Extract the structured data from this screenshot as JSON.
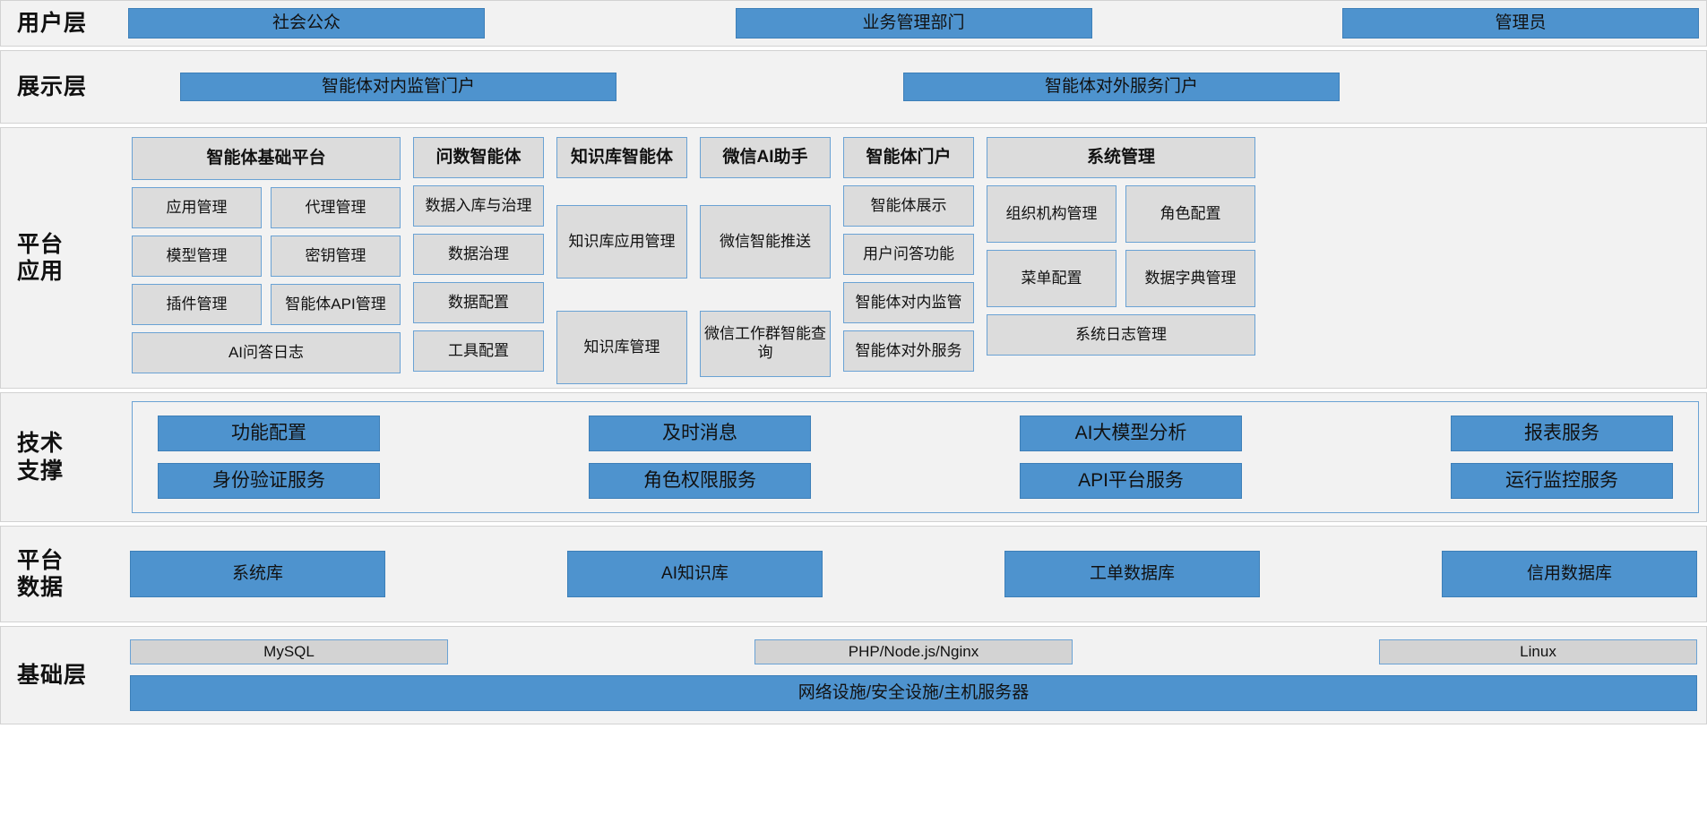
{
  "layers": {
    "user": {
      "label": "用户层",
      "items": [
        "社会公众",
        "业务管理部门",
        "管理员"
      ]
    },
    "presentation": {
      "label": "展示层",
      "items": [
        "智能体对内监管门户",
        "智能体对外服务门户"
      ]
    },
    "platform_app": {
      "label": "平台\n应用",
      "columns": [
        {
          "name": "agent-base-platform",
          "head": "智能体基础平台",
          "rows": [
            [
              "应用管理",
              "代理管理"
            ],
            [
              "模型管理",
              "密钥管理"
            ],
            [
              "插件管理",
              "智能体API管理"
            ]
          ],
          "wide": "AI问答日志"
        },
        {
          "name": "data-query-agent",
          "head": "问数智能体",
          "cells": [
            "数据入库与治理",
            "数据治理",
            "数据配置",
            "工具配置"
          ]
        },
        {
          "name": "knowledge-base-agent",
          "head": "知识库智能体",
          "cells": [
            "知识库应用管理",
            "知识库管理"
          ]
        },
        {
          "name": "wechat-ai-assistant",
          "head": "微信AI助手",
          "cells": [
            "微信智能推送",
            "微信工作群智能查询"
          ]
        },
        {
          "name": "agent-portal",
          "head": "智能体门户",
          "cells": [
            "智能体展示",
            "用户问答功能",
            "智能体对内监管",
            "智能体对外服务"
          ]
        },
        {
          "name": "system-management",
          "head": "系统管理",
          "rows": [
            [
              "组织机构管理",
              "角色配置"
            ],
            [
              "菜单配置",
              "数据字典管理"
            ]
          ],
          "wide": "系统日志管理"
        }
      ]
    },
    "tech_support": {
      "label": "技术\n支撑",
      "row1": [
        "功能配置",
        "及时消息",
        "AI大模型分析",
        "报表服务"
      ],
      "row2": [
        "身份验证服务",
        "角色权限服务",
        "API平台服务",
        "运行监控服务"
      ]
    },
    "platform_data": {
      "label": "平台\n数据",
      "items": [
        "系统库",
        "AI知识库",
        "工单数据库",
        "信用数据库"
      ]
    },
    "infrastructure": {
      "label": "基础层",
      "row1": [
        "MySQL",
        "PHP/Node.js/Nginx",
        "Linux"
      ],
      "wide": "网络设施/安全设施/主机服务器"
    }
  },
  "colors": {
    "blue": "#4e93ce",
    "blue_border": "#3d7fb8",
    "grey_fill": "#dcdcdc",
    "grey_border": "#6aa2d4",
    "band_bg": "#f2f2f2",
    "band_border": "#d2d2d2"
  }
}
